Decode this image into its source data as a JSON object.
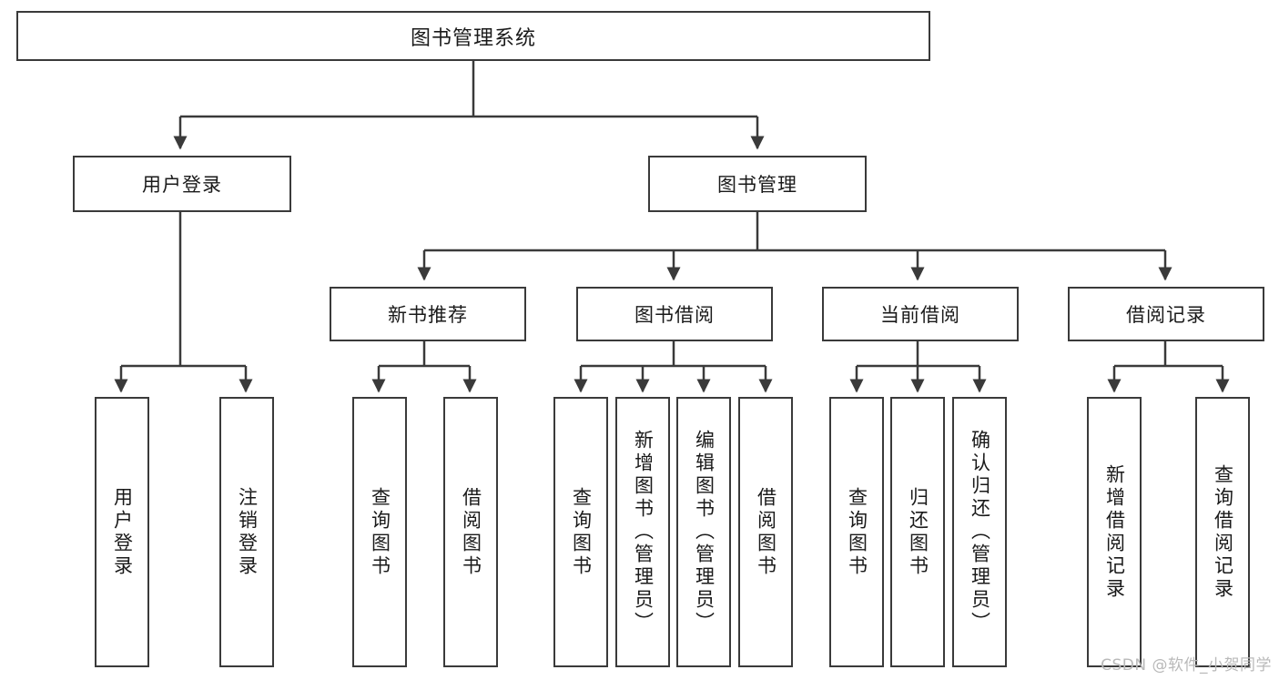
{
  "diagram": {
    "title": "图书管理系统",
    "type": "tree-hierarchy-diagram",
    "style": {
      "stroke": "#3a3a3a",
      "fill": "#ffffff",
      "text": "#1a1a1a",
      "watermark_color": "#b9b9b9"
    }
  },
  "root": {
    "label": "图书管理系统"
  },
  "level2": [
    {
      "id": "user-login",
      "label": "用户登录"
    },
    {
      "id": "book-management",
      "label": "图书管理"
    }
  ],
  "level3": [
    {
      "id": "new-book-recommend",
      "label": "新书推荐"
    },
    {
      "id": "book-borrow",
      "label": "图书借阅"
    },
    {
      "id": "current-borrow",
      "label": "当前借阅"
    },
    {
      "id": "borrow-record",
      "label": "借阅记录"
    }
  ],
  "leaves": {
    "user_login": [
      {
        "id": "leaf-user-login",
        "label": "用户登录"
      },
      {
        "id": "leaf-logout-login",
        "label": "注销登录"
      }
    ],
    "new_book_recommend": [
      {
        "id": "leaf-query-book-1",
        "label": "查询图书"
      },
      {
        "id": "leaf-borrow-book-1",
        "label": "借阅图书"
      }
    ],
    "book_borrow": [
      {
        "id": "leaf-query-book-2",
        "label": "查询图书"
      },
      {
        "id": "leaf-add-book",
        "label": "新增图书（管理员）"
      },
      {
        "id": "leaf-edit-book",
        "label": "编辑图书（管理员）"
      },
      {
        "id": "leaf-borrow-book-2",
        "label": "借阅图书"
      }
    ],
    "current_borrow": [
      {
        "id": "leaf-query-book-3",
        "label": "查询图书"
      },
      {
        "id": "leaf-return-book",
        "label": "归还图书"
      },
      {
        "id": "leaf-confirm-return",
        "label": "确认归还（管理员）"
      }
    ],
    "borrow_record": [
      {
        "id": "leaf-add-record",
        "label": "新增借阅记录"
      },
      {
        "id": "leaf-query-record",
        "label": "查询借阅记录"
      }
    ]
  },
  "watermark": {
    "text": "CSDN @软件_小贺同学"
  }
}
